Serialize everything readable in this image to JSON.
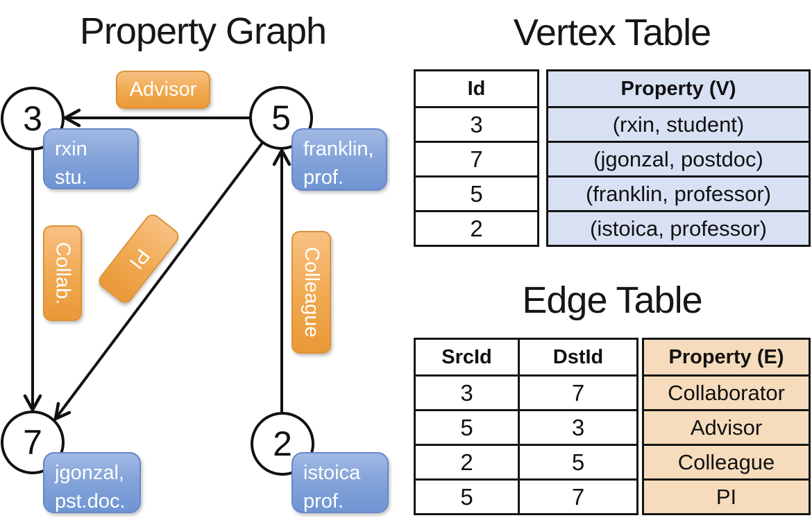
{
  "graph": {
    "title": "Property Graph",
    "nodes": [
      {
        "id": "3",
        "property_line1": "rxin",
        "property_line2": "stu."
      },
      {
        "id": "5",
        "property_line1": "franklin,",
        "property_line2": "prof."
      },
      {
        "id": "7",
        "property_line1": "jgonzal,",
        "property_line2": "pst.doc."
      },
      {
        "id": "2",
        "property_line1": "istoica",
        "property_line2": "prof."
      }
    ],
    "edge_labels": {
      "advisor": "Advisor",
      "collab": "Collab.",
      "pi": "PI",
      "colleague": "Colleague"
    }
  },
  "vertex_table": {
    "title": "Vertex Table",
    "id_header": "Id",
    "property_header": "Property (V)",
    "rows": [
      {
        "id": "3",
        "property": "(rxin, student)"
      },
      {
        "id": "7",
        "property": "(jgonzal, postdoc)"
      },
      {
        "id": "5",
        "property": "(franklin, professor)"
      },
      {
        "id": "2",
        "property": "(istoica, professor)"
      }
    ]
  },
  "edge_table": {
    "title": "Edge Table",
    "src_header": "SrcId",
    "dst_header": "DstId",
    "property_header": "Property (E)",
    "rows": [
      {
        "src": "3",
        "dst": "7",
        "property": "Collaborator"
      },
      {
        "src": "5",
        "dst": "3",
        "property": "Advisor"
      },
      {
        "src": "2",
        "dst": "5",
        "property": "Colleague"
      },
      {
        "src": "5",
        "dst": "7",
        "property": "PI"
      }
    ]
  },
  "colors": {
    "edge_label_orange": "#F0A84F",
    "vertex_box_blue": "#7E9FD8",
    "vertex_table_cell_blue": "#D8E1F3",
    "edge_table_cell_tan": "#F6DCBC",
    "line_black": "#111111"
  }
}
